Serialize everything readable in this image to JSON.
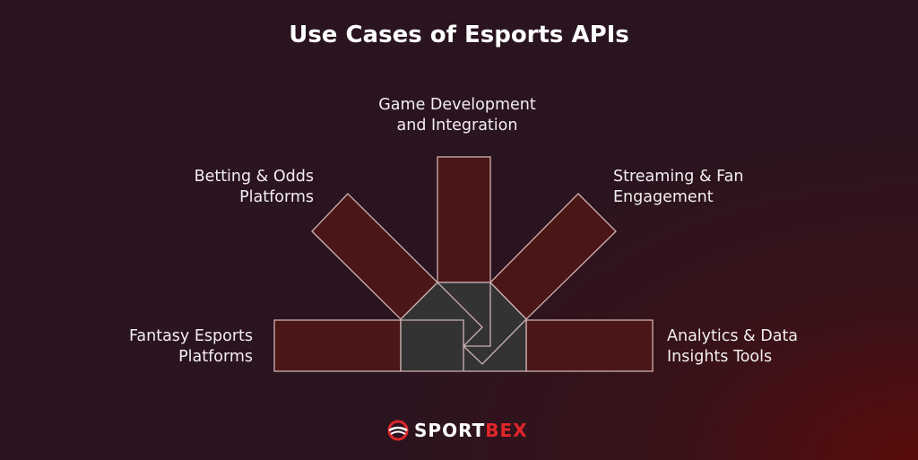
{
  "title": "Use Cases of Esports APIs",
  "items": [
    {
      "label1": "Game Development",
      "label2": "and Integration"
    },
    {
      "label1": "Betting & Odds",
      "label2": "Platforms"
    },
    {
      "label1": "Streaming & Fan",
      "label2": "Engagement"
    },
    {
      "label1": "Fantasy Esports",
      "label2": "Platforms"
    },
    {
      "label1": "Analytics & Data",
      "label2": "Insights Tools"
    }
  ],
  "logo": {
    "part1": "SPORT",
    "part2": "BEX"
  },
  "colors": {
    "bar": "#4a1616",
    "center": "#333333",
    "stroke": "#cfb2b2",
    "accent": "#e0262a"
  }
}
